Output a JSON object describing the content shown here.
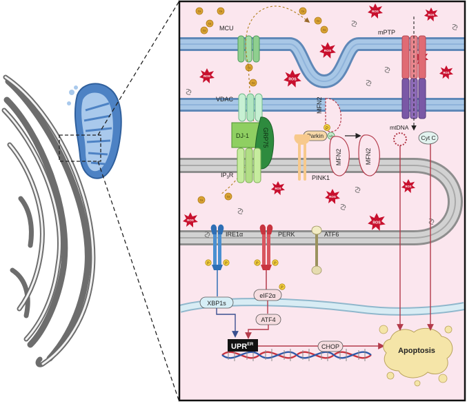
{
  "labels": {
    "mcu": "MCU",
    "mptp": "mPTP",
    "vdac": "VDAC",
    "dj1": "DJ-1",
    "grp75": "GRP75",
    "ip3r_main": "IP",
    "ip3r_sub": "3",
    "ip3r_tail": "R",
    "mfn2_top": "MFN2",
    "mfn2_left": "MFN2",
    "mfn2_right": "MFN2",
    "parkin": "Parkin",
    "ub": "Ub",
    "p": "P",
    "pink1": "PINK1",
    "mtdna": "mtDNA",
    "cytc": "Cyt C",
    "ire1a": "IRE1α",
    "perk": "PERK",
    "atf6": "ATF6",
    "xbp1s": "XBP1s",
    "eif2a": "eIF2α",
    "atf4": "ATF4",
    "upr_main": "UPR",
    "upr_sup": "ER",
    "chop": "CHOP",
    "apoptosis": "Apoptosis",
    "ros": "ROS",
    "ca": "Ca²⁺"
  },
  "colors": {
    "mito_matrix": "#fbe6ee",
    "outer_membrane": "#9fc1e3",
    "er_membrane": "#bdbdbd",
    "ros_red": "#c8102e",
    "calcium": "#d9a233",
    "mptp_top": "#e06b74",
    "mptp_bottom": "#7a58a6",
    "vdac_green": "#b9ecc7",
    "grp75_green": "#2e8b3e",
    "dj1_green": "#8fcf62",
    "arrow_red": "#b33a4a",
    "arrow_blue": "#3a4f8f"
  }
}
